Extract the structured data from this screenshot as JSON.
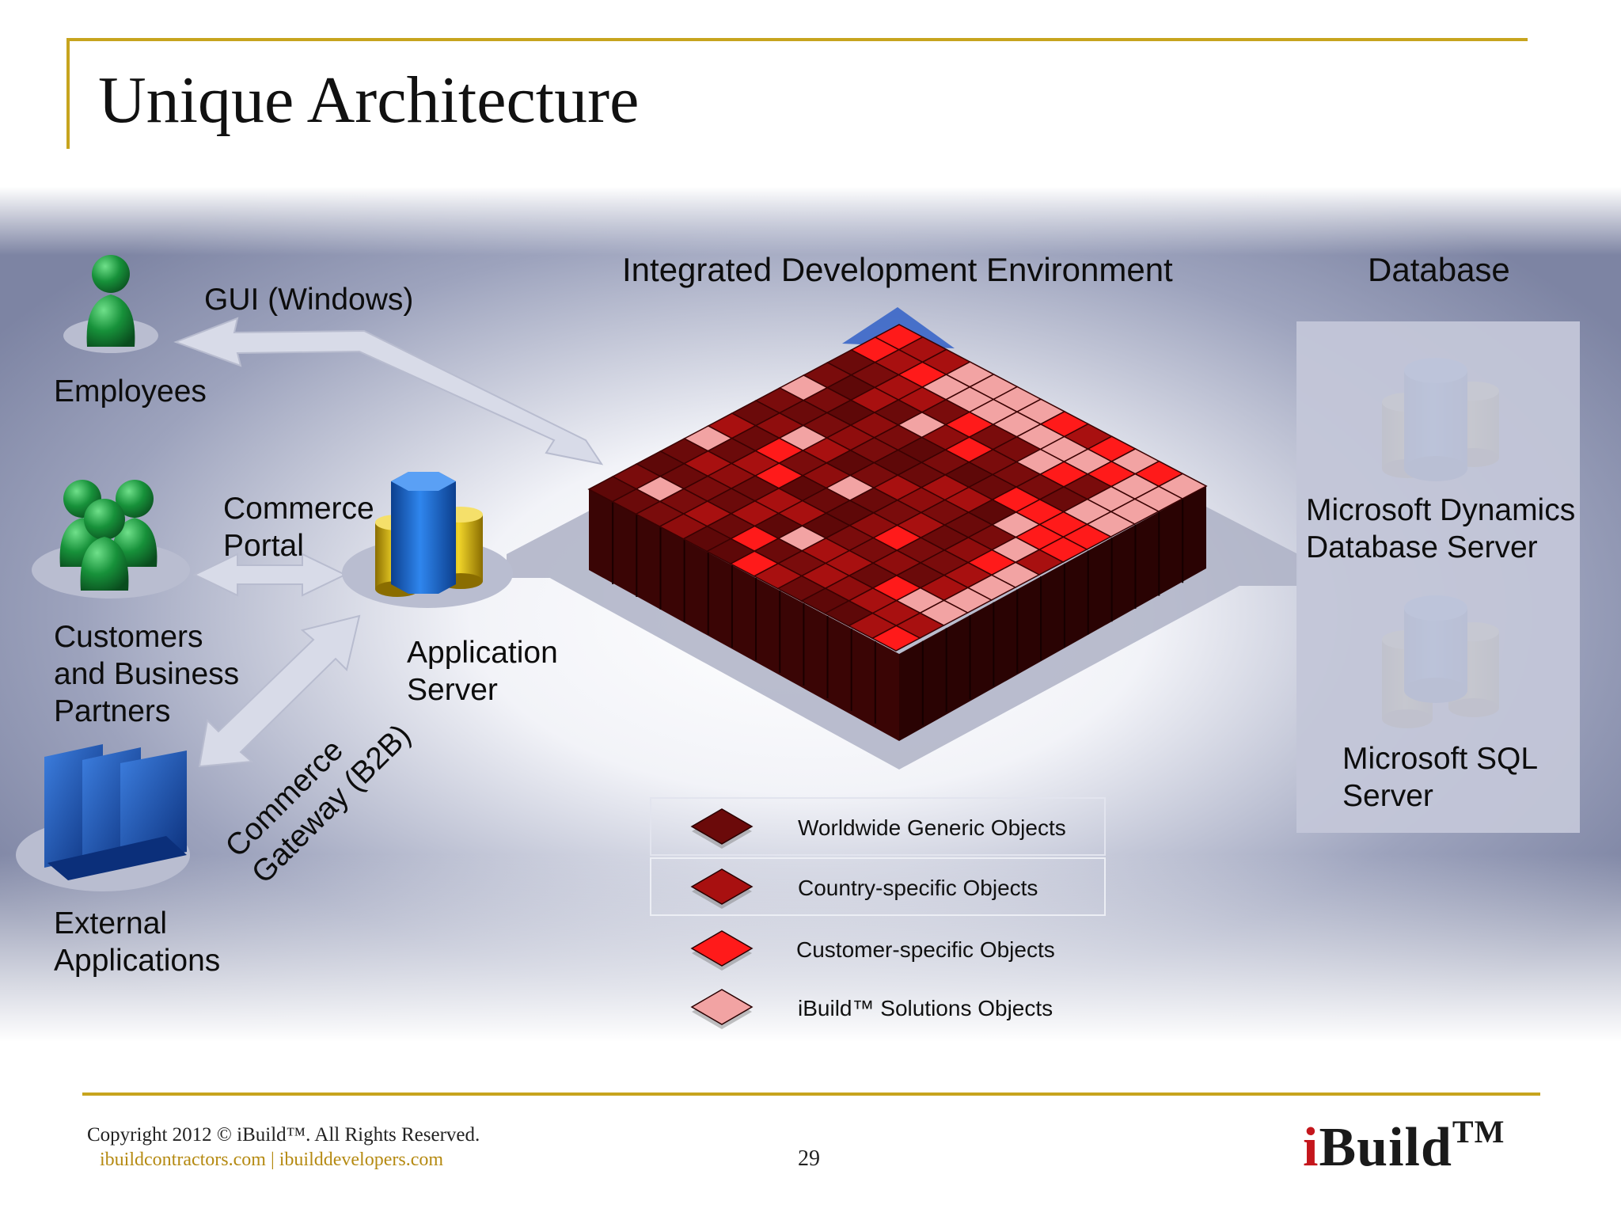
{
  "slide": {
    "title": "Unique Architecture",
    "page_number": "29"
  },
  "left": {
    "employees": "Employees",
    "gui": "GUI (Windows)",
    "customers_l1": "Customers",
    "customers_l2": "and Business",
    "customers_l3": "Partners",
    "portal_l1": "Commerce",
    "portal_l2": "Portal",
    "app_server_l1": "Application",
    "app_server_l2": "Server",
    "gateway_l1": "Commerce",
    "gateway_l2": "Gateway (B2B)",
    "external_l1": "External",
    "external_l2": "Applications"
  },
  "center": {
    "ide_title": "Integrated Development Environment"
  },
  "database": {
    "title": "Database",
    "dynamics_l1": "Microsoft Dynamics",
    "dynamics_l2": "Database Server",
    "sql_l1": "Microsoft SQL",
    "sql_l2": "Server"
  },
  "legend": [
    {
      "label": "Worldwide Generic Objects",
      "color": "#6b0a0a"
    },
    {
      "label": "Country-specific Objects",
      "color": "#a81010"
    },
    {
      "label": "Customer-specific Objects",
      "color": "#ff1a1a"
    },
    {
      "label": "iBuild™ Solutions Objects",
      "color": "#f2a3a3"
    }
  ],
  "footer": {
    "copyright": "Copyright 2012 ©  iBuild™.  All Rights Reserved.",
    "links": "ibuildcontractors.com  |  ibuilddevelopers.com",
    "logo_i": "i",
    "logo_rest": "Build",
    "logo_tm": "TM"
  },
  "colors": {
    "accent_gold": "#c7a41e",
    "person_green": "#17913a",
    "db_blue": "#1b63c8",
    "db_yellow": "#e8c81a"
  }
}
